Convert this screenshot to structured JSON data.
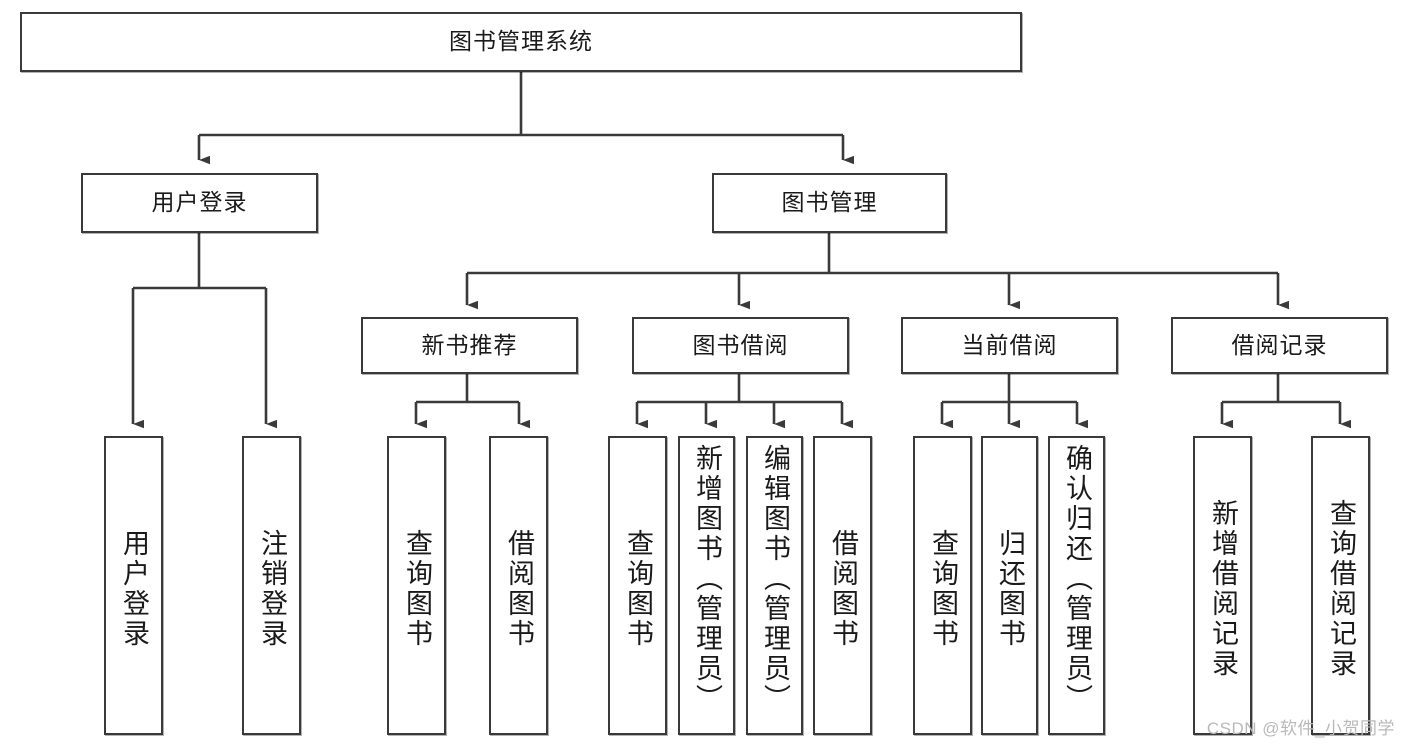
{
  "diagram": {
    "title": "图书管理系统",
    "type": "tree-hierarchy-diagram",
    "root": {
      "label": "图书管理系统"
    },
    "level2": [
      {
        "label": "用户登录"
      },
      {
        "label": "图书管理"
      }
    ],
    "level3": [
      {
        "label": "新书推荐"
      },
      {
        "label": "图书借阅"
      },
      {
        "label": "当前借阅"
      },
      {
        "label": "借阅记录"
      }
    ],
    "leaves": {
      "user_login": [
        {
          "label": "用户登录"
        },
        {
          "label": "注销登录"
        }
      ],
      "new_book_recommend": [
        {
          "label": "查询图书"
        },
        {
          "label": "借阅图书"
        }
      ],
      "book_borrow": [
        {
          "label": "查询图书"
        },
        {
          "label": "新增图书（管理员）"
        },
        {
          "label": "编辑图书（管理员）"
        },
        {
          "label": "借阅图书"
        }
      ],
      "current_borrow": [
        {
          "label": "查询图书"
        },
        {
          "label": "归还图书"
        },
        {
          "label": "确认归还（管理员）"
        }
      ],
      "borrow_record": [
        {
          "label": "新增借阅记录"
        },
        {
          "label": "查询借阅记录"
        }
      ]
    }
  },
  "watermark": {
    "text": "CSDN @软件_小贺同学"
  },
  "colors": {
    "border": "#3a3a3a",
    "text": "#1a1a1a",
    "background": "#ffffff",
    "watermark": "#b9b9b9"
  }
}
